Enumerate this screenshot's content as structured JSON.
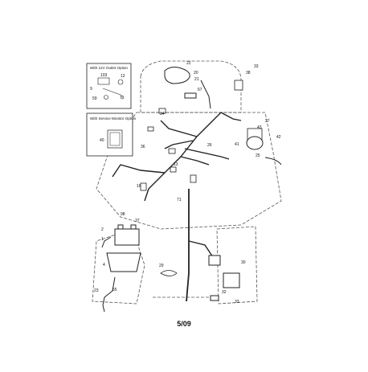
{
  "diagram": {
    "page_label": "5/09",
    "insets": [
      {
        "title": "With 12V Outlet Option",
        "callouts": [
          "103",
          "12",
          "9",
          "59"
        ]
      },
      {
        "title": "With Service Monitor Option",
        "callouts": [
          "40"
        ]
      }
    ],
    "callouts": {
      "c22": "22",
      "c20": "20",
      "c21": "21",
      "c67": "67",
      "c33a": "33",
      "c38": "38",
      "c34": "34",
      "c27": "27",
      "c36": "36",
      "c41": "41",
      "c43": "43",
      "c42": "42",
      "c25": "25",
      "c13": "13",
      "c16": "16",
      "c71": "71",
      "c98": "98",
      "c37": "37",
      "c2": "2",
      "c1": "1",
      "c4": "4",
      "c29": "29",
      "c55": "55",
      "c23": "23",
      "c26": "26",
      "c30": "30",
      "c32": "32",
      "c33b": "33"
    }
  }
}
